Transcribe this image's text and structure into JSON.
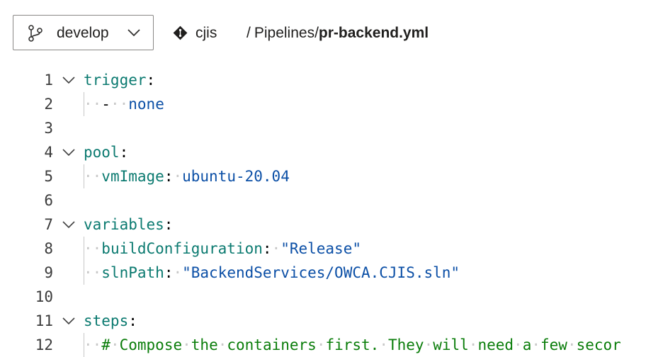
{
  "toolbar": {
    "branch_label": "develop",
    "repo_label": "cjis",
    "path_separator": "/",
    "path_folder": "Pipelines/",
    "path_file": "pr-backend.yml"
  },
  "editor": {
    "lines": [
      {
        "n": "1",
        "fold": true,
        "ws": "",
        "key": "trigger",
        "colon": ":",
        "dash": "",
        "value": "",
        "vtype": "",
        "comment": ""
      },
      {
        "n": "2",
        "fold": false,
        "ws": "··",
        "key": "",
        "colon": "",
        "dash": "-",
        "value": "none",
        "vtype": "val",
        "comment": ""
      },
      {
        "n": "3",
        "fold": false,
        "ws": "",
        "key": "",
        "colon": "",
        "dash": "",
        "value": "",
        "vtype": "",
        "comment": ""
      },
      {
        "n": "4",
        "fold": true,
        "ws": "",
        "key": "pool",
        "colon": ":",
        "dash": "",
        "value": "",
        "vtype": "",
        "comment": ""
      },
      {
        "n": "5",
        "fold": false,
        "ws": "··",
        "key": "vmImage",
        "colon": ":",
        "dash": "",
        "value": "ubuntu-20.04",
        "vtype": "val",
        "comment": ""
      },
      {
        "n": "6",
        "fold": false,
        "ws": "",
        "key": "",
        "colon": "",
        "dash": "",
        "value": "",
        "vtype": "",
        "comment": ""
      },
      {
        "n": "7",
        "fold": true,
        "ws": "",
        "key": "variables",
        "colon": ":",
        "dash": "",
        "value": "",
        "vtype": "",
        "comment": ""
      },
      {
        "n": "8",
        "fold": false,
        "ws": "··",
        "key": "buildConfiguration",
        "colon": ":",
        "dash": "",
        "value": "\"Release\"",
        "vtype": "str",
        "comment": ""
      },
      {
        "n": "9",
        "fold": false,
        "ws": "··",
        "key": "slnPath",
        "colon": ":",
        "dash": "",
        "value": "\"BackendServices/OWCA.CJIS.sln\"",
        "vtype": "str",
        "comment": ""
      },
      {
        "n": "10",
        "fold": false,
        "ws": "",
        "key": "",
        "colon": "",
        "dash": "",
        "value": "",
        "vtype": "",
        "comment": ""
      },
      {
        "n": "11",
        "fold": true,
        "ws": "",
        "key": "steps",
        "colon": ":",
        "dash": "",
        "value": "",
        "vtype": "",
        "comment": ""
      },
      {
        "n": "12",
        "fold": false,
        "ws": "··",
        "key": "",
        "colon": "",
        "dash": "",
        "value": "",
        "vtype": "",
        "comment": "# Compose the containers first. They will need a few secor"
      }
    ]
  },
  "colors": {
    "key": "#0b7a70",
    "value": "#0b4fa6",
    "comment": "#0a7d0a",
    "whitespace": "#c8c8c8"
  }
}
